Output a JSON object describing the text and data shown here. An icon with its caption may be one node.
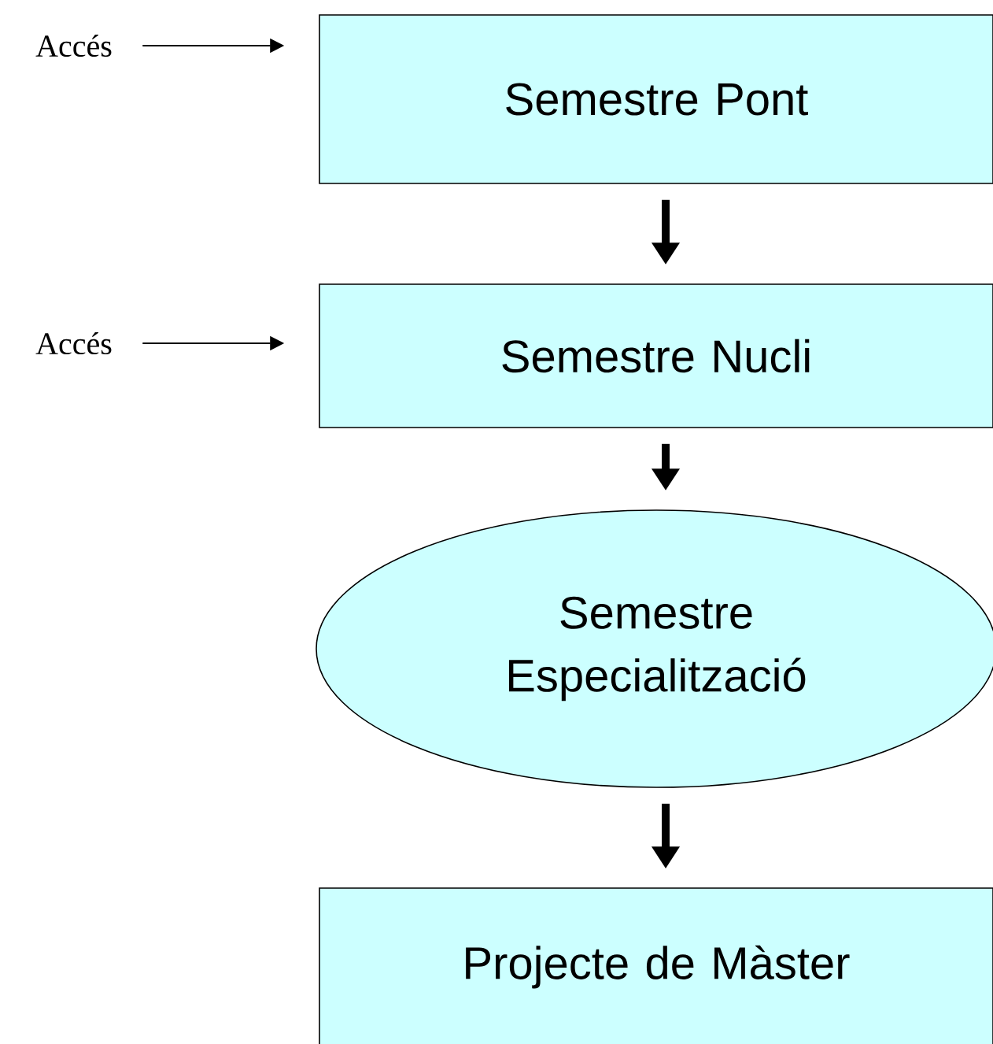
{
  "diagram": {
    "nodes": [
      {
        "text": [
          "Accés"
        ]
      },
      {
        "text": [
          "Semestre Pont"
        ]
      },
      {
        "text": [
          "Accés"
        ]
      },
      {
        "text": [
          "Semestre Nucli"
        ]
      },
      {
        "text": [
          "Semestre Especialització"
        ]
      },
      {
        "text": [
          "Projecte de Màster"
        ]
      }
    ],
    "edges": [
      {
        "from": 0,
        "to": 1,
        "arrow": "to"
      },
      {
        "from": 1,
        "to": 3,
        "arrow": "to"
      },
      {
        "from": 2,
        "to": 3,
        "arrow": "to"
      },
      {
        "from": 3,
        "to": 4,
        "arrow": "to"
      },
      {
        "from": 4,
        "to": 5,
        "arrow": "to"
      }
    ]
  }
}
